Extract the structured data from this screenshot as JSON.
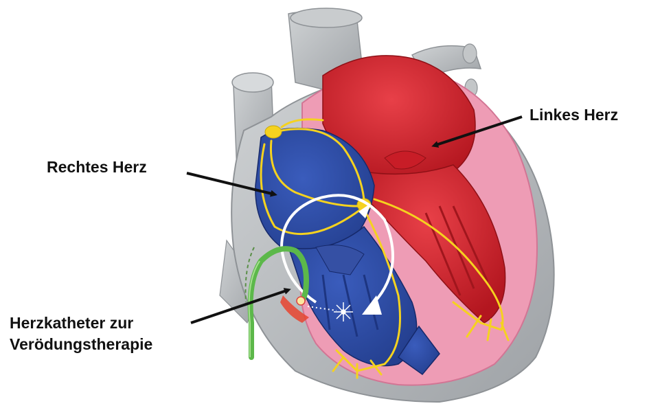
{
  "labels": {
    "left_heart": "Linkes Herz",
    "right_heart": "Rechtes Herz",
    "catheter_line1": "Herzkatheter zur",
    "catheter_line2": "Verödungstherapie"
  },
  "colors": {
    "background": "#ffffff",
    "vessel_gray": "#b9bcbf",
    "left_heart_red": "#d9262f",
    "right_heart_blue": "#2f4fa8",
    "myocardium_pink": "#ee9cb5",
    "conduction_yellow": "#f5d21f",
    "catheter_green": "#5cb84a",
    "arrow_white": "#ffffff",
    "arrow_black": "#111111"
  }
}
